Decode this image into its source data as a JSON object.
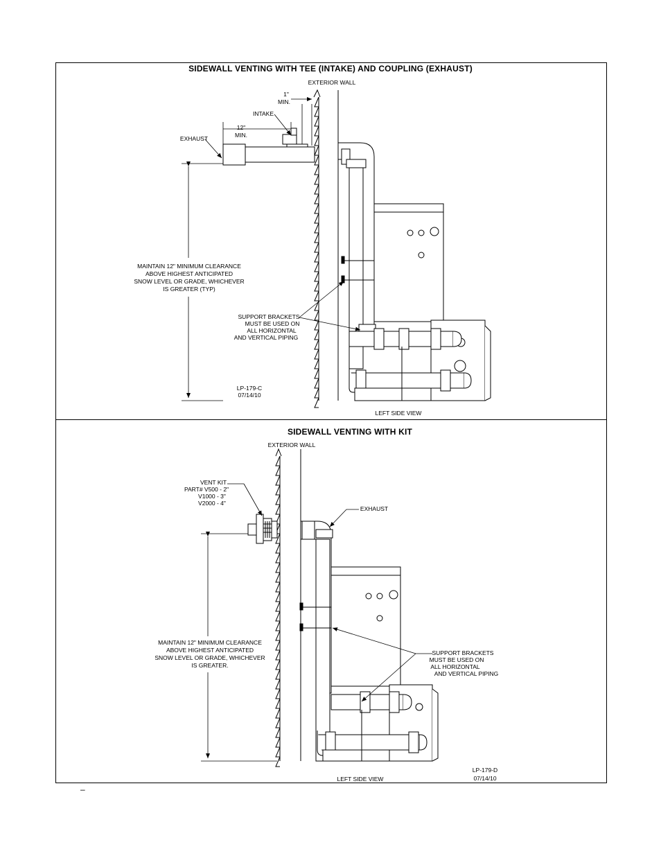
{
  "top": {
    "title": "SIDEWALL VENTING WITH TEE (INTAKE) AND COUPLING (EXHAUST)",
    "exterior_wall": "EXTERIOR WALL",
    "one_inch_line1": "1\"",
    "one_inch_line2": "MIN.",
    "intake": "INTAKE",
    "twelve_line1": "12\"",
    "twelve_line2": "MIN.",
    "exhaust": "EXHAUST",
    "clearance": [
      "MAINTAIN 12\" MINIMUM CLEARANCE",
      "ABOVE HIGHEST ANTICIPATED",
      "SNOW LEVEL OR GRADE, WHICHEVER",
      "IS GREATER (TYP)"
    ],
    "brackets": [
      "SUPPORT BRACKETS",
      "MUST BE USED ON",
      "ALL HORIZONTAL",
      "AND VERTICAL PIPING"
    ],
    "code": "LP-179-C",
    "date": "07/14/10",
    "view": "LEFT SIDE VIEW"
  },
  "bottom": {
    "title": "SIDEWALL VENTING WITH KIT",
    "exterior_wall": "EXTERIOR WALL",
    "ventkit": [
      "VENT KIT",
      "PART#  V500 - 2\"",
      "V1000 - 3\"",
      "V2000 - 4\""
    ],
    "exhaust": "EXHAUST",
    "clearance": [
      "MAINTAIN 12\" MINIMUM CLEARANCE",
      "ABOVE HIGHEST ANTICIPATED",
      "SNOW LEVEL OR GRADE, WHICHEVER",
      "IS GREATER."
    ],
    "brackets": [
      "SUPPORT BRACKETS",
      "MUST BE USED ON",
      "ALL HORIZONTAL",
      "AND VERTICAL PIPING"
    ],
    "code": "LP-179-D",
    "date": "07/14/10",
    "view": "LEFT SIDE VIEW"
  },
  "page_mark": "–"
}
